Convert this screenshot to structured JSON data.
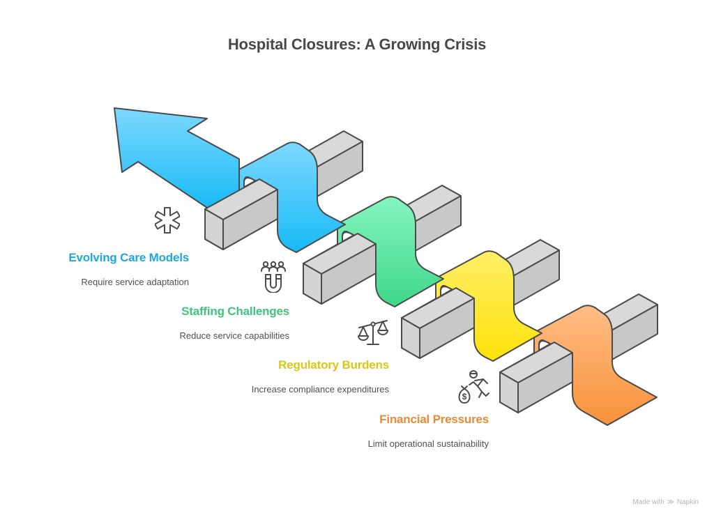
{
  "title": "Hospital Closures: A Growing Crisis",
  "steps": [
    {
      "heading": "Evolving Care Models",
      "description": "Require service adaptation",
      "color": "#1fa8dd",
      "icon": "asterisk-icon",
      "ribbon_gradient": [
        "#7dd8ff",
        "#18baf5"
      ]
    },
    {
      "heading": "Staffing Challenges",
      "description": "Reduce service capabilities",
      "color": "#3fc57e",
      "icon": "people-magnet-icon",
      "ribbon_gradient": [
        "#86f5c0",
        "#3fd78a"
      ]
    },
    {
      "heading": "Regulatory Burdens",
      "description": "Increase compliance expenditures",
      "color": "#dcc515",
      "icon": "scales-icon",
      "ribbon_gradient": [
        "#ffee66",
        "#ffe20a"
      ]
    },
    {
      "heading": "Financial Pressures",
      "description": "Limit operational sustainability",
      "color": "#ea8a35",
      "icon": "money-runner-icon",
      "ribbon_gradient": [
        "#ffbd85",
        "#f7923a"
      ]
    }
  ],
  "footer": {
    "prefix": "Made with",
    "brand": "Napkin",
    "logo": "napkin-logo-icon"
  }
}
